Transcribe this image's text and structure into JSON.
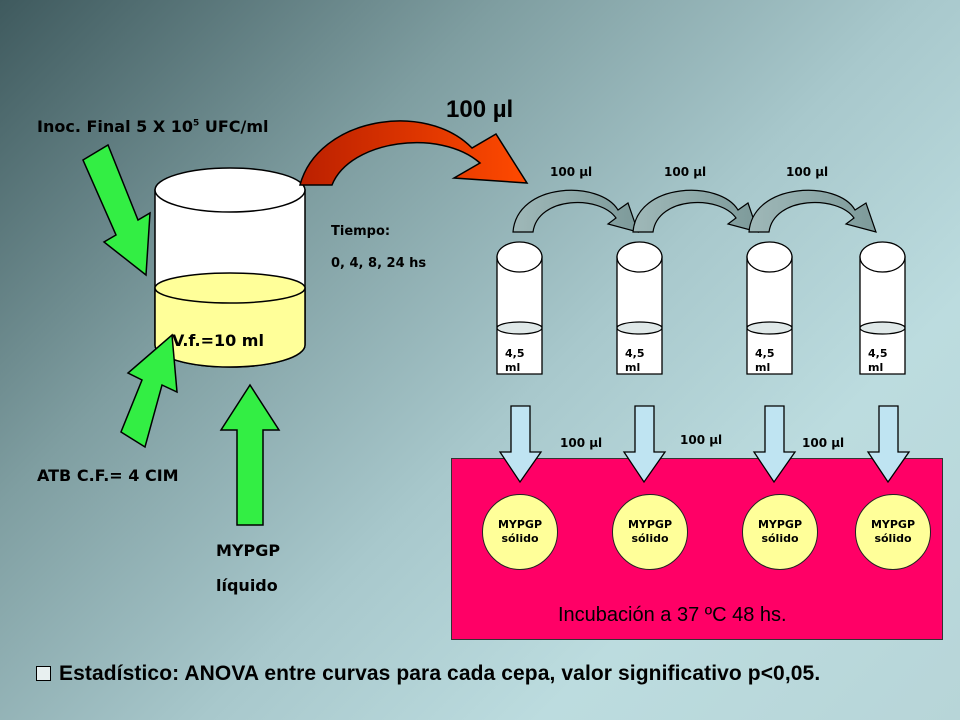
{
  "inoculum": {
    "prefix": "Inoc. Final 5 X 10",
    "exponent": "5",
    "suffix": " UFC/ml"
  },
  "main_transfer": "100 µl",
  "vessel_volume": "V.f.=10 ml",
  "time": {
    "label": "Tiempo:",
    "values": "0, 4, 8, 24 hs"
  },
  "serial_transfers": [
    "100 µl",
    "100 µl",
    "100 µl"
  ],
  "tubes": [
    {
      "volume_line1": "4,5",
      "volume_line2": "ml"
    },
    {
      "volume_line1": "4,5",
      "volume_line2": "ml"
    },
    {
      "volume_line1": "4,5",
      "volume_line2": "ml"
    },
    {
      "volume_line1": "4,5",
      "volume_line2": "ml"
    }
  ],
  "plating_transfers": [
    "100 µl",
    "100 µl",
    "100 µl"
  ],
  "plates": [
    {
      "line1": "MYPGP",
      "line2": "sólido"
    },
    {
      "line1": "MYPGP",
      "line2": "sólido"
    },
    {
      "line1": "MYPGP",
      "line2": "sólido"
    },
    {
      "line1": "MYPGP",
      "line2": "sólido"
    }
  ],
  "incubation": "Incubación a 37 ºC 48 hs.",
  "antibiotic": "ATB C.F.= 4 CIM",
  "medium": {
    "line1": "MYPGP",
    "line2": "líquido"
  },
  "conclusion": "Estadístico: ANOVA entre curvas para cada cepa, valor significativo p<0,05.",
  "colors": {
    "pink_box": "#ff0066",
    "green_arrow": "#33ee44",
    "red_arrow_start": "#cc2200",
    "red_arrow_end": "#ff4400",
    "gray_arrow": "#8fa8a8",
    "liquid": "#ffff99"
  }
}
